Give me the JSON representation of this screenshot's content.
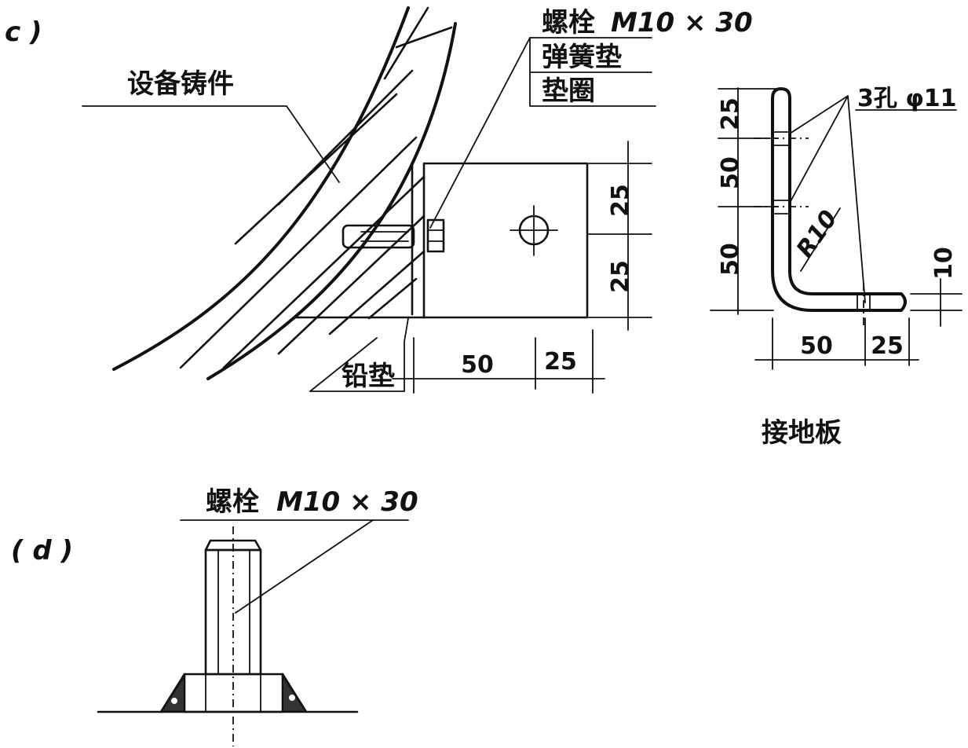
{
  "figure_c": {
    "label": "c )",
    "casting_label": "设备铸件",
    "bolt_label": "螺栓",
    "bolt_spec": "M10 × 30",
    "spring_washer_label": "弹簧垫",
    "washer_label": "垫圈",
    "lead_pad_label": "铅垫",
    "dim_horizontal": [
      "50",
      "25"
    ],
    "dim_vertical": [
      "25",
      "25"
    ]
  },
  "grounding_plate": {
    "title": "接地板",
    "hole_label": "3孔 φ11",
    "radius_label": "R10",
    "dim_vertical": [
      "25",
      "50",
      "50"
    ],
    "dim_thickness": "10",
    "dim_horizontal": [
      "50",
      "25"
    ]
  },
  "figure_d": {
    "label": "( d )",
    "bolt_label": "螺栓",
    "bolt_spec": "M10 × 30"
  }
}
